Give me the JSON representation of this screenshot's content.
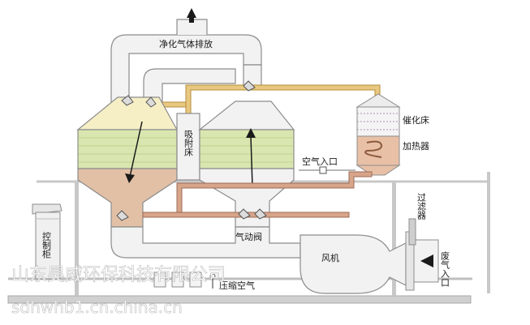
{
  "labels": {
    "exhaust": "净化气体排放",
    "adsorption_bed": "吸附床",
    "catalyst_bed": "催化床",
    "heater": "加热器",
    "air_inlet": "空气入口",
    "filter": "过滤器",
    "pneumatic_valve": "气动阀",
    "control_cabinet": "控制柜",
    "fan": "风机",
    "waste_gas_inlet": "废气入口",
    "compressed_air": "压缩空气"
  },
  "watermark": {
    "company": "山东昊威环保科技有限公司",
    "url": "sdhwhb1.cn.china.cn"
  },
  "colors": {
    "duct_fill": "#f2f2f2",
    "duct_stroke": "#8c8c8c",
    "adsorber_top": "#f6efc6",
    "adsorber_bed": "#d9e6b0",
    "adsorber_bottom": "#e2c0a6",
    "hot_pipe": "#e8c880",
    "return_pipe": "#d7a58a",
    "rail": "#bfbfbf"
  },
  "icons": [
    "arrow-up-icon",
    "arrow-down-icon",
    "arrow-left-icon",
    "valve-icon"
  ]
}
